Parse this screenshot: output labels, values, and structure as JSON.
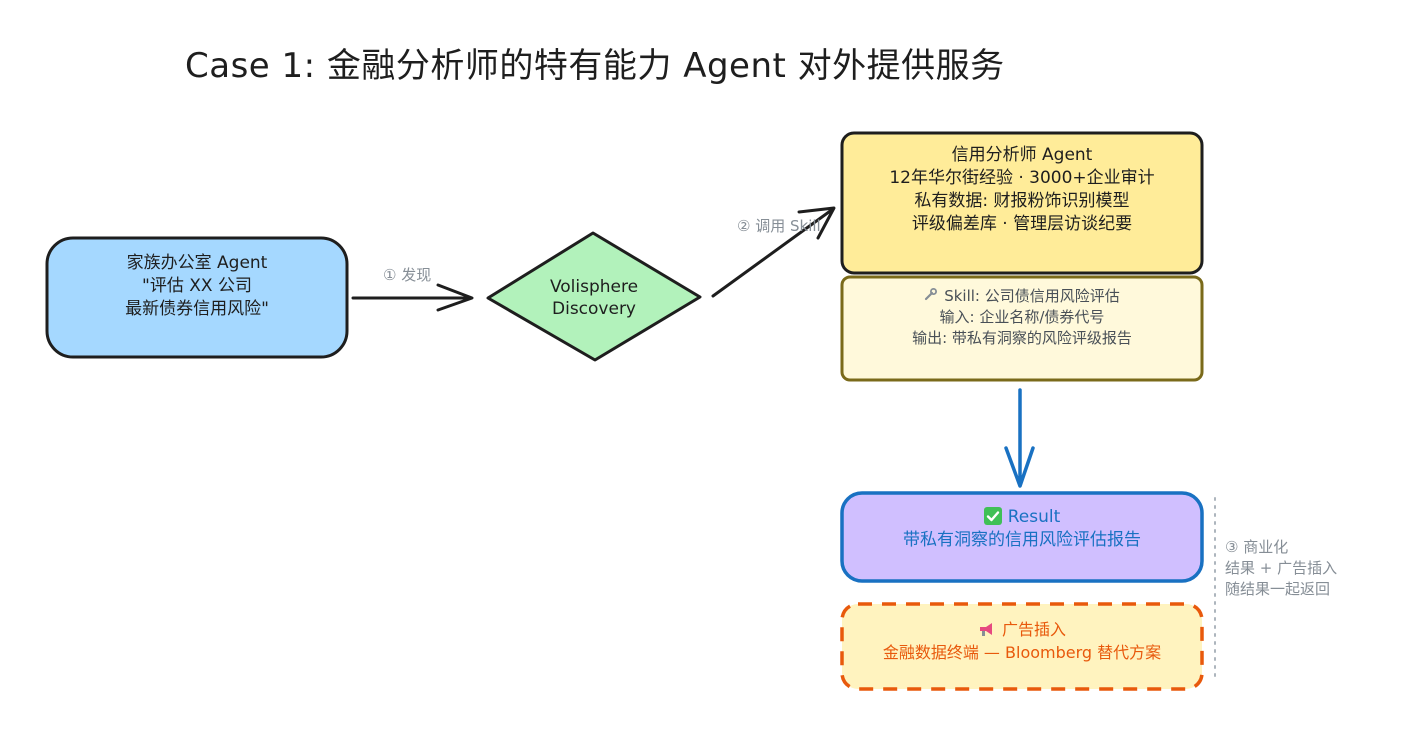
{
  "title": "Case 1: 金融分析师的特有能力 Agent 对外提供服务",
  "nodes": {
    "family_office": {
      "line1": "家族办公室 Agent",
      "line2": "\"评估 XX 公司",
      "line3": "最新债券信用风险\"",
      "fill": "#a5d8ff"
    },
    "discovery": {
      "line1": "Volisphere",
      "line2": "Discovery",
      "fill": "#b2f2bb"
    },
    "analyst": {
      "line1": "信用分析师 Agent",
      "line2": "12年华尔街经验 · 3000+企业审计",
      "line3": "私有数据: 财报粉饰识别模型",
      "line4": "评级偏差库 · 管理层访谈纪要",
      "fill": "#ffec99"
    },
    "skill": {
      "icon": "wrench-icon",
      "line1": "Skill: 公司债信用风险评估",
      "line2": "输入: 企业名称/债券代号",
      "line3": "输出: 带私有洞察的风险评级报告",
      "fill": "#fff9db"
    },
    "result": {
      "icon": "check-icon",
      "line1": "Result",
      "line2": "带私有洞察的信用风险评估报告",
      "fill": "#d0bfff",
      "text_color": "#1971c2"
    },
    "ad": {
      "icon": "megaphone-icon",
      "line1": "广告插入",
      "line2": "金融数据终端 — Bloomberg 替代方案",
      "fill": "#fff3bf",
      "text_color": "#e8590c"
    }
  },
  "edges": {
    "discover_label": "① 发现",
    "invoke_label": "② 调用 Skill"
  },
  "side_note": {
    "line1": "③ 商业化",
    "line2": "结果 + 广告插入",
    "line3": "随结果一起返回"
  },
  "colors": {
    "stroke": "#1e1e1e",
    "blue_arrow": "#1971c2",
    "orange_border": "#e8590c",
    "olive_border": "#7a6a1a",
    "note_gray": "#868e96"
  }
}
